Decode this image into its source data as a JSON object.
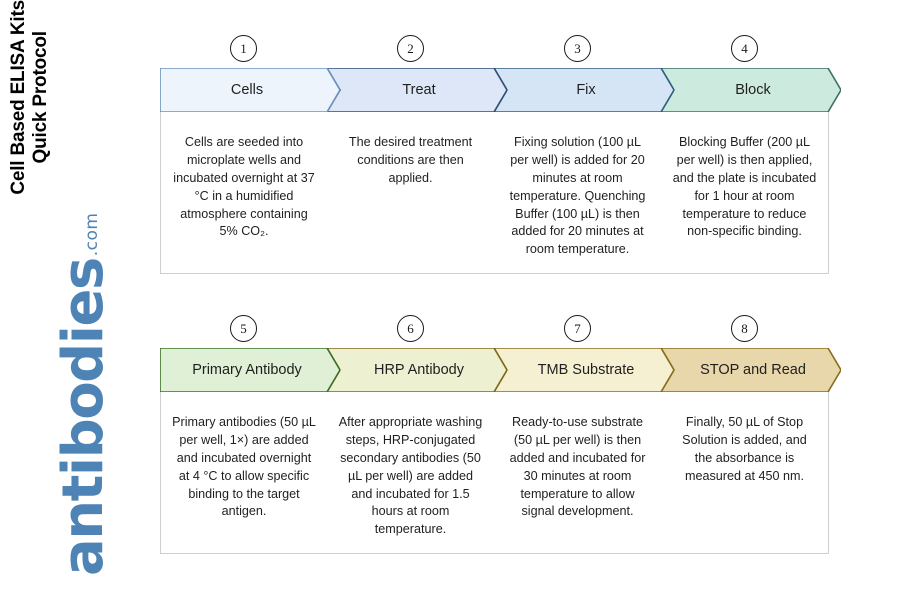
{
  "branding": {
    "title_line1": "Cell Based ELISA Kits",
    "title_line2": "Quick Protocol",
    "logo_word": "antibodies",
    "logo_suffix": ".com",
    "logo_color": "#4e83b5"
  },
  "diagram": {
    "type": "process-flow",
    "rows": [
      {
        "steps": [
          {
            "number": "1",
            "label": "Cells",
            "fill": "#eef4fb",
            "stroke": "#6b93bf",
            "text": "Cells are seeded into microplate wells and incubated overnight at 37 °C in a humidified atmosphere containing 5% CO₂."
          },
          {
            "number": "2",
            "label": "Treat",
            "fill": "#dde7f7",
            "stroke": "#2d4f79",
            "text": "The desired treatment conditions are then applied."
          },
          {
            "number": "3",
            "label": "Fix",
            "fill": "#d6e5f5",
            "stroke": "#2f6083",
            "text": "Fixing solution (100 µL per well) is added for 20 minutes at room temperature. Quenching Buffer (100 µL) is then added for 20 minutes at room temperature."
          },
          {
            "number": "4",
            "label": "Block",
            "fill": "#cdeade",
            "stroke": "#3d7068",
            "text": "Blocking Buffer (200 µL per well) is then applied, and the plate is incubated for 1 hour at room temperature to reduce non-specific binding."
          }
        ]
      },
      {
        "steps": [
          {
            "number": "5",
            "label": "Primary Antibody",
            "fill": "#dff0d6",
            "stroke": "#3c7026",
            "text": "Primary antibodies (50 µL per well, 1×) are added and incubated overnight at 4 °C to allow specific binding to the target antigen."
          },
          {
            "number": "6",
            "label": "HRP Antibody",
            "fill": "#eef0d2",
            "stroke": "#7d6a1e",
            "text": "After appropriate washing steps, HRP-conjugated secondary antibodies (50 µL per well) are added and incubated for 1.5 hours at room temperature."
          },
          {
            "number": "7",
            "label": "TMB Substrate",
            "fill": "#f5f0d2",
            "stroke": "#8a6c1d",
            "text": "Ready-to-use substrate (50 µL per well) is then added and incubated for 30 minutes at room temperature to allow signal development."
          },
          {
            "number": "8",
            "label": "STOP and Read",
            "fill": "#e8d7ab",
            "stroke": "#8a6c1d",
            "text": "Finally, 50 µL of Stop Solution is added, and the absorbance is measured at 450 nm."
          }
        ]
      }
    ]
  }
}
